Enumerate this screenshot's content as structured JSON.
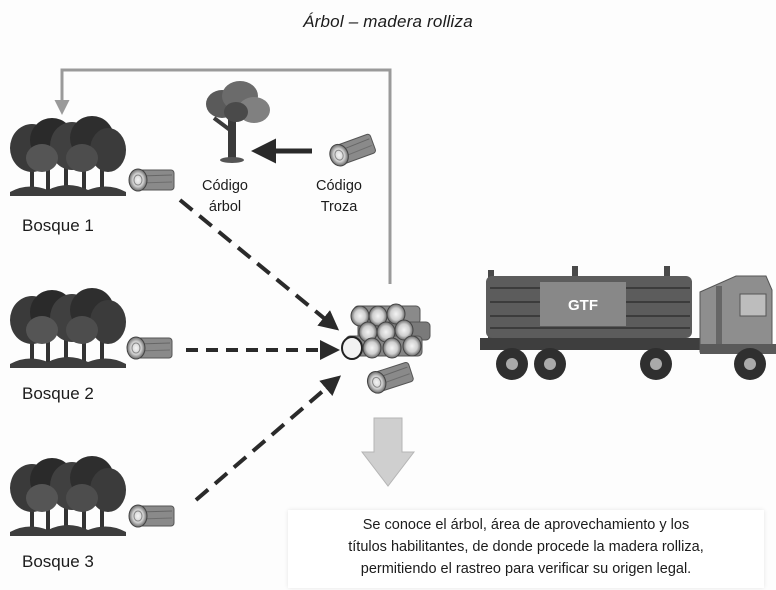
{
  "title": "Árbol – madera rolliza",
  "bosques": [
    {
      "label": "Bosque 1"
    },
    {
      "label": "Bosque 2"
    },
    {
      "label": "Bosque 3"
    }
  ],
  "codes": {
    "tree_line1": "Código",
    "tree_line2": "árbol",
    "log_line1": "Código",
    "log_line2": "Troza"
  },
  "truck": {
    "plate": "GTF"
  },
  "note": {
    "line1": "Se conoce el árbol, área de aprovechamiento y los",
    "line2": "títulos habilitantes, de donde procede la madera rolliza,",
    "line3": "permitiendo el rastreo para verificar su origen legal."
  },
  "icons": [
    "forest-icon",
    "log-icon",
    "tree-icon",
    "log-pile-icon",
    "truck-icon",
    "down-arrow-icon"
  ],
  "colors": {
    "feedback_line": "#9a9a9a",
    "dashed_arrow": "#2a2a2a",
    "forest_dark": "#2b2b2b",
    "truck_body": "#7c7c7c",
    "down_arrow": "#c9c9c9"
  }
}
